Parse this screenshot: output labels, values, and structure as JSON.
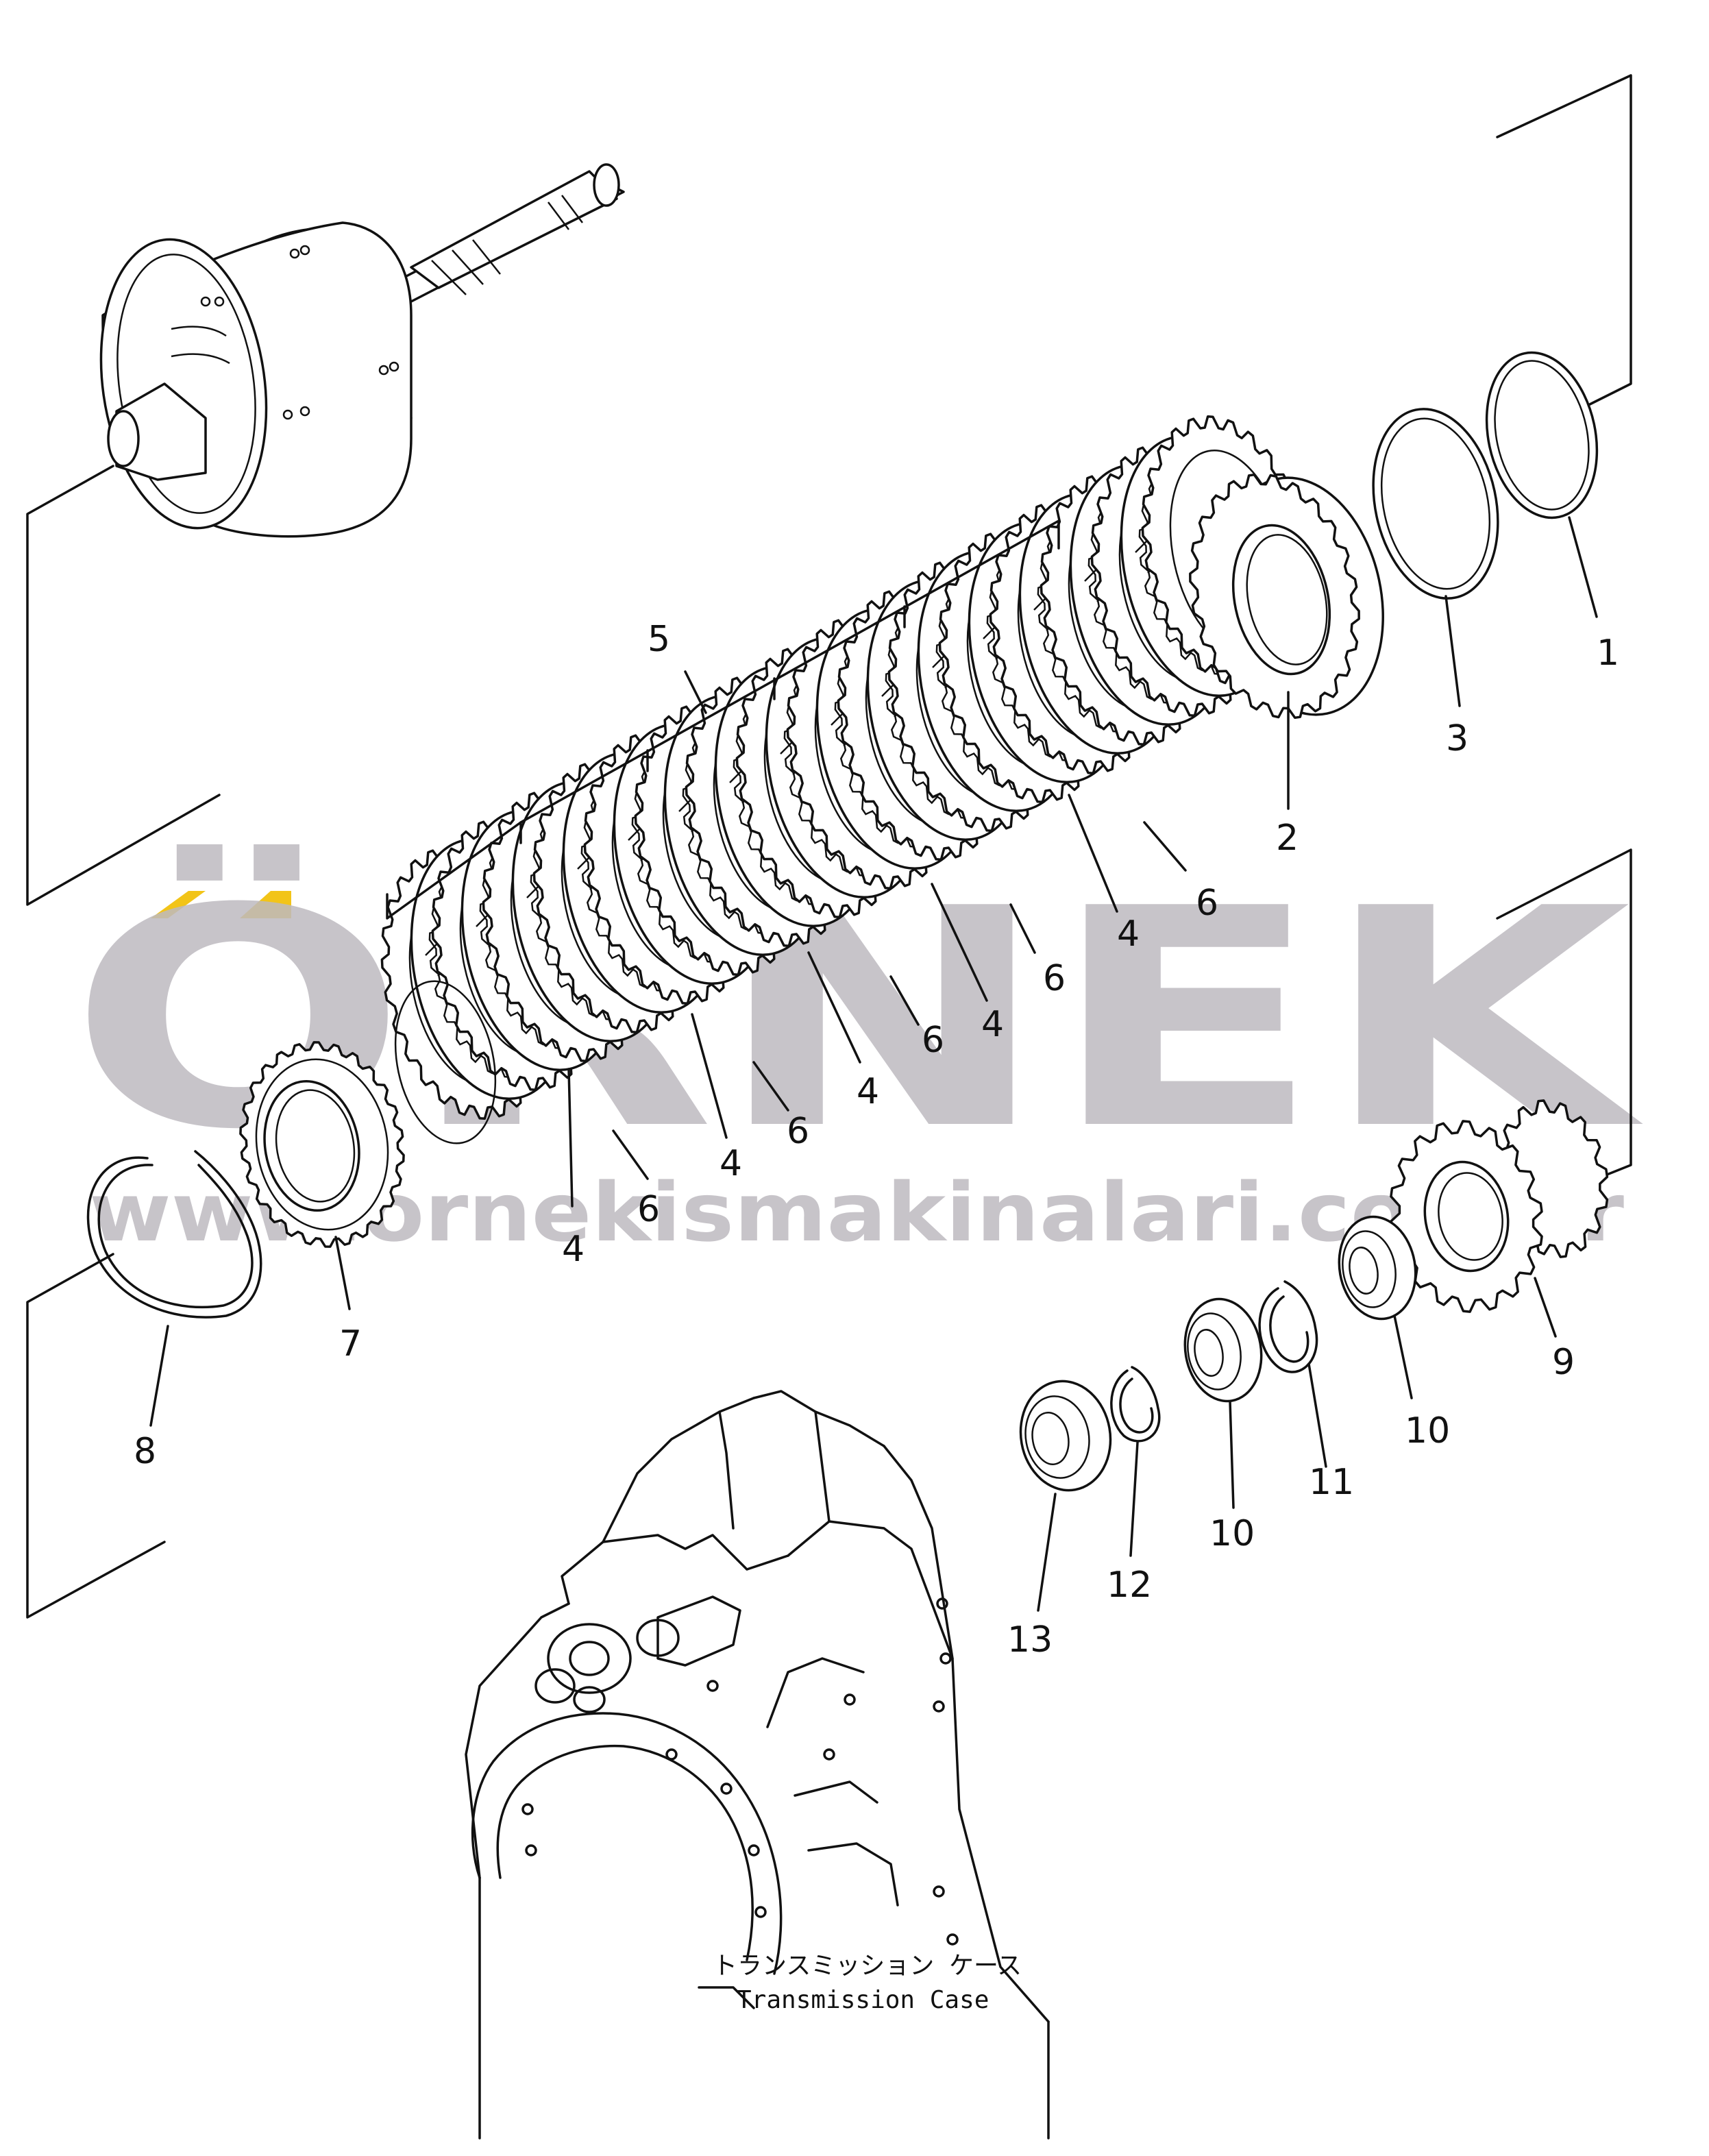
{
  "watermark": {
    "brand": "ÖRNEK",
    "url": "www.ornekismakinalari.com.tr",
    "color_main": "#bdbac0",
    "color_accent": "#f2c418"
  },
  "caption": {
    "jp": "トランスミッション ケース",
    "en": "Transmission Case"
  },
  "callouts": [
    {
      "id": "c1",
      "text": "1"
    },
    {
      "id": "c2",
      "text": "2"
    },
    {
      "id": "c3",
      "text": "3"
    },
    {
      "id": "c4a",
      "text": "4"
    },
    {
      "id": "c4b",
      "text": "4"
    },
    {
      "id": "c4c",
      "text": "4"
    },
    {
      "id": "c4d",
      "text": "4"
    },
    {
      "id": "c4e",
      "text": "4"
    },
    {
      "id": "c5",
      "text": "5"
    },
    {
      "id": "c6a",
      "text": "6"
    },
    {
      "id": "c6b",
      "text": "6"
    },
    {
      "id": "c6c",
      "text": "6"
    },
    {
      "id": "c6d",
      "text": "6"
    },
    {
      "id": "c6e",
      "text": "6"
    },
    {
      "id": "c7",
      "text": "7"
    },
    {
      "id": "c8",
      "text": "8"
    },
    {
      "id": "c9",
      "text": "9"
    },
    {
      "id": "c10a",
      "text": "10"
    },
    {
      "id": "c10b",
      "text": "10"
    },
    {
      "id": "c11",
      "text": "11"
    },
    {
      "id": "c12",
      "text": "12"
    },
    {
      "id": "c13",
      "text": "13"
    }
  ]
}
